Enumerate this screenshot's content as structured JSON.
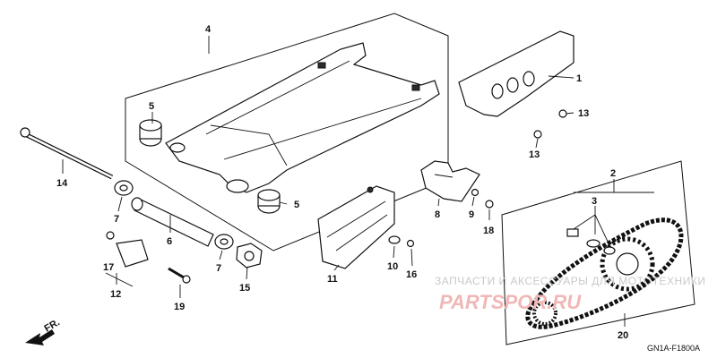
{
  "diagram": {
    "callouts": {
      "c1": "1",
      "c2": "2",
      "c3": "3",
      "c4": "4",
      "c5a": "5",
      "c5b": "5",
      "c6": "6",
      "c7a": "7",
      "c7b": "7",
      "c8": "8",
      "c9": "9",
      "c10": "10",
      "c11": "11",
      "c12": "12",
      "c13a": "13",
      "c13b": "13",
      "c14": "14",
      "c15": "15",
      "c16": "16",
      "c17": "17",
      "c18": "18",
      "c19": "19",
      "c20": "20"
    },
    "front_arrow_label": "FR.",
    "diagram_code": "GN1A-F1800A",
    "watermark_text": "ЗАПЧАСТИ И АКСЕССУАРЫ ДЛЯ МОТОТЕХНИКИ",
    "watermark_brand": "PARTSPOR.RU",
    "colors": {
      "ink": "#111111",
      "watermark": "#c9c9c9",
      "watermark_brand": "#f0b7b7"
    }
  }
}
